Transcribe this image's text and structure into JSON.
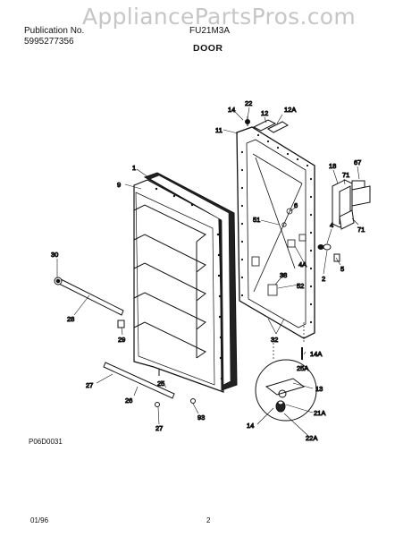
{
  "header": {
    "publication_label": "Publication No.",
    "publication_number": "5995277356",
    "model": "FU21M3A",
    "section_title": "DOOR"
  },
  "watermark": "AppliancePartsPros.com",
  "footer": {
    "diagram_code": "P06D0031",
    "date": "01/96",
    "page": "2"
  },
  "callouts": {
    "c22": "22",
    "c14a": "14",
    "c12": "12",
    "c12a": "12A",
    "c11": "11",
    "c18": "18",
    "c67": "67",
    "c71a": "71",
    "c71b": "71",
    "c1": "1",
    "c9": "9",
    "c51": "51",
    "c6": "6",
    "c4": "4",
    "c4a": "4A",
    "c5": "5",
    "c2": "2",
    "c30": "30",
    "c38": "38",
    "c52": "52",
    "c28": "28",
    "c29": "29",
    "c32": "32",
    "c14b": "14A",
    "c25a": "25A",
    "c13": "13",
    "c21a": "21A",
    "c14c": "14",
    "c22a": "22A",
    "c27a": "27",
    "c25": "25",
    "c26": "26",
    "c27b": "27",
    "c93": "93"
  }
}
